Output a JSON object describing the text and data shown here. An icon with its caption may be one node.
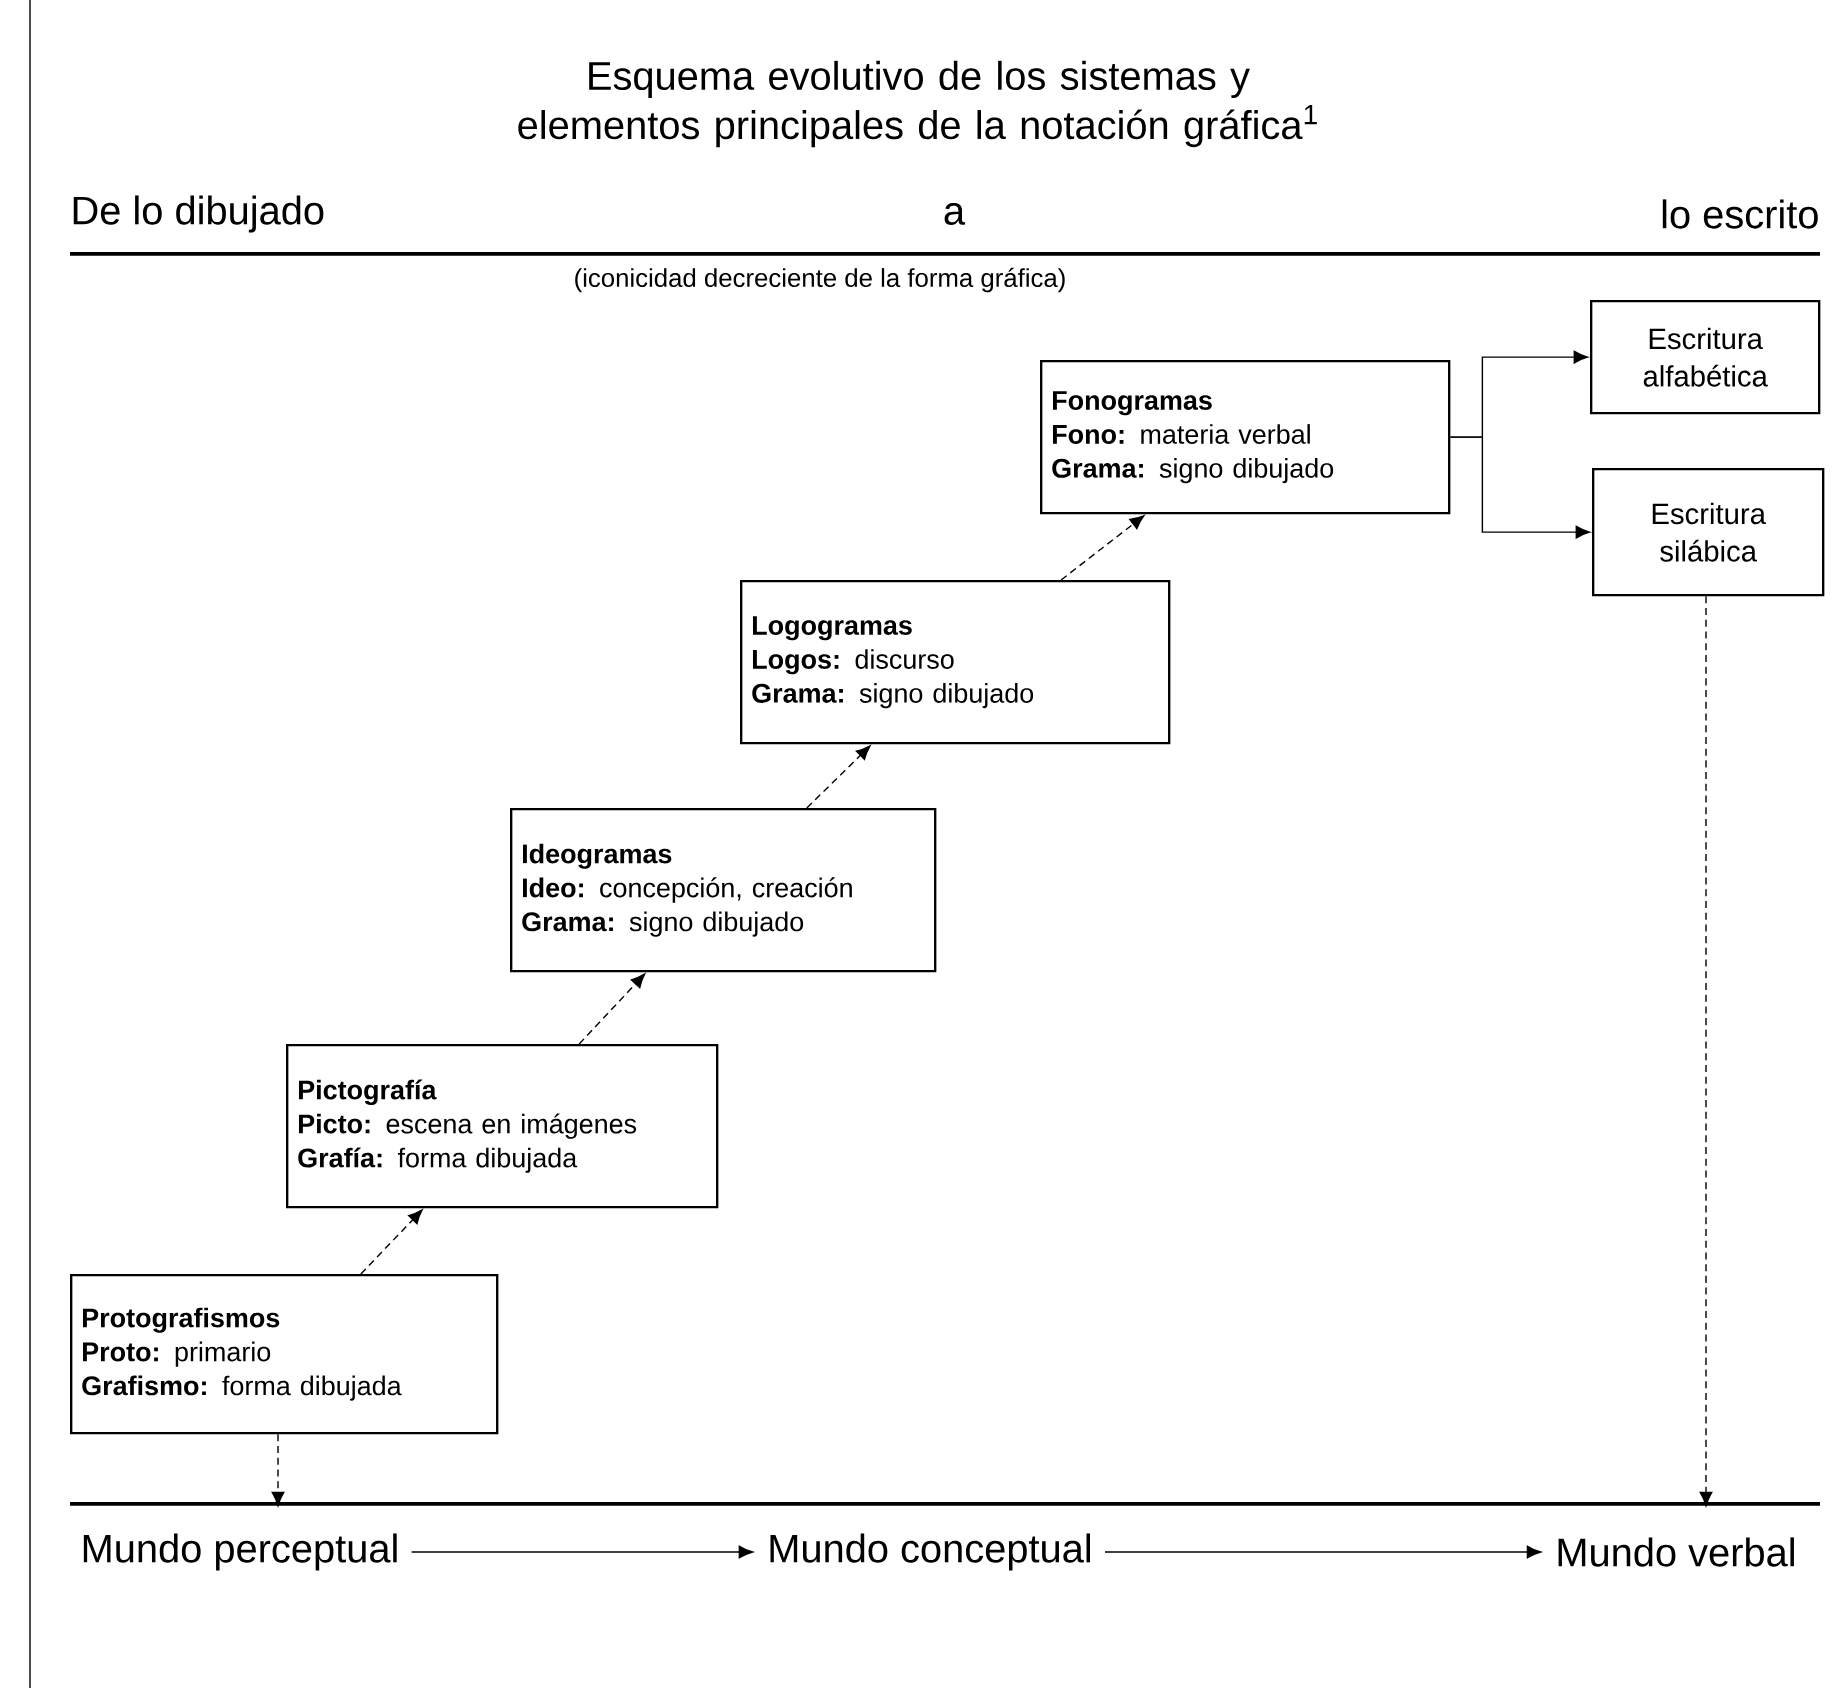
{
  "diagram": {
    "title": "Esquema evolutivo de los sistemas y elementos principales de la notación gráfica$^{1}$",
    "nodes": [
      {
        "text": [
          "Protografismos",
          "**Proto:** primario",
          "**Grafismo:** forma dibujada"
        ]
      },
      {
        "text": [
          "Pictografía",
          "**Picto:** escena en imágenes",
          "**Grafía:** forma dibujada"
        ]
      },
      {
        "text": [
          "Ideogramas",
          "**Ideo:** concepción, creación",
          "**Grama:** signo dibujado"
        ]
      },
      {
        "text": [
          "Logogramas",
          "**Logos:** discurso",
          "**Grama:** signo dibujado"
        ]
      },
      {
        "text": [
          "Fonogramas",
          "**Fono:** materia verbal",
          "**Grama:** signo dibujado"
        ]
      },
      {
        "text": [
          "Escritura alfabética"
        ]
      },
      {
        "text": [
          "Escritura silábica"
        ]
      },
      {
        "text": [
          "Mundo perceptual"
        ]
      },
      {
        "text": [
          "Mundo conceptual"
        ]
      },
      {
        "text": [
          "Mundo verbal"
        ]
      }
    ],
    "edges": [
      {
        "from": 0,
        "to": 1,
        "arrow": "to",
        "style": "dashed"
      },
      {
        "from": 1,
        "to": 2,
        "arrow": "to",
        "style": "dashed"
      },
      {
        "from": 2,
        "to": 3,
        "arrow": "to",
        "style": "dashed"
      },
      {
        "from": 3,
        "to": 4,
        "arrow": "to",
        "style": "dashed"
      },
      {
        "from": 4,
        "to": 5,
        "arrow": "to"
      },
      {
        "from": 4,
        "to": 6,
        "arrow": "to"
      },
      {
        "from": 0,
        "to": 7,
        "arrow": "to",
        "style": "dashed"
      },
      {
        "from": 6,
        "to": 9,
        "arrow": "to",
        "style": "dashed"
      },
      {
        "from": 7,
        "to": 8,
        "arrow": "to"
      },
      {
        "from": 8,
        "to": 9,
        "arrow": "to"
      }
    ],
    "labels": [
      "De lo dibujado",
      "a",
      "lo escrito",
      "(iconicidad decreciente de la forma gráfica)"
    ]
  }
}
